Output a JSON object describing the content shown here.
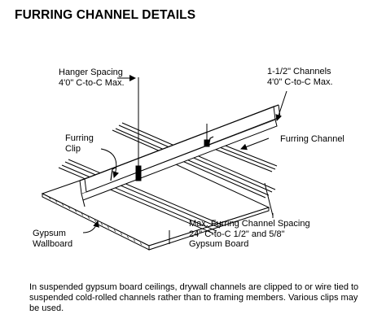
{
  "title": "FURRING CHANNEL DETAILS",
  "labels": {
    "hanger_spacing": [
      "Hanger Spacing",
      "4'0\" C-to-C Max."
    ],
    "channels": [
      "1-1/2\" Channels",
      "4'0\" C-to-C Max."
    ],
    "furring_clip": [
      "Furring",
      "Clip"
    ],
    "furring_channel": "Furring Channel",
    "gypsum_wallboard": [
      "Gypsum",
      "Wallboard"
    ],
    "max_spacing": [
      "Max. Furring Channel Spacing",
      "24\" C-to-C 1/2\" and 5/8\"",
      "Gypsum Board"
    ]
  },
  "caption": "In suspended gypsum board ceilings, drywall channels are clipped to or wire tied to suspended cold-rolled channels rather than to framing members. Various clips may be used."
}
